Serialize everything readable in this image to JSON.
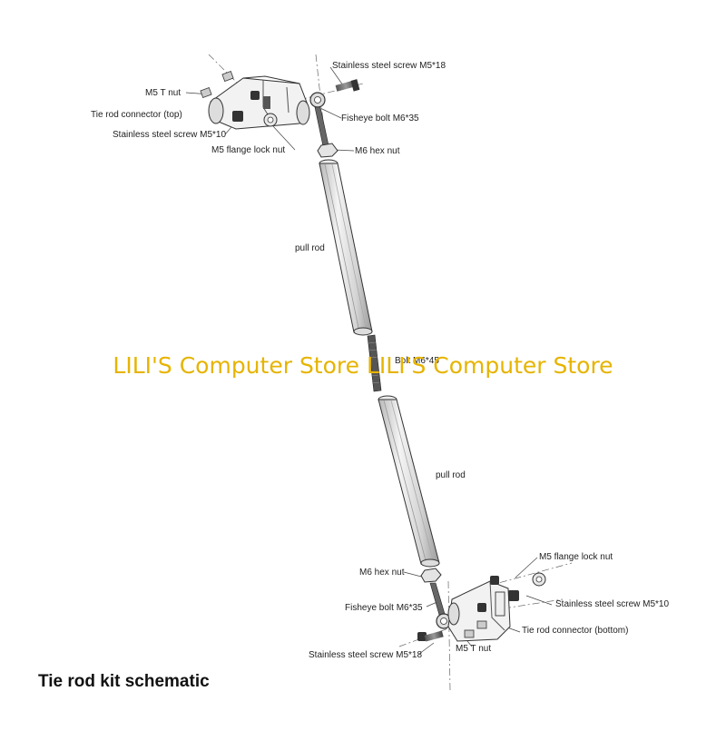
{
  "labels": {
    "top_t_nut": "M5 T nut",
    "top_connector": "Tie rod connector (top)",
    "top_screw_m5x10": "Stainless steel screw M5*10",
    "top_flange_nut": "M5 flange lock nut",
    "top_screw_m5x18": "Stainless steel screw M5*18",
    "top_fisheye": "Fisheye bolt M6*35",
    "top_hex_nut": "M6 hex nut",
    "upper_pull_rod": "pull rod",
    "middle_bolt": "Bolt M6*45",
    "lower_pull_rod": "pull rod",
    "bottom_hex_nut": "M6 hex nut",
    "bottom_fisheye": "Fisheye bolt M6*35",
    "bottom_screw_m5x18": "Stainless steel screw M5*18",
    "bottom_t_nut": "M5 T nut",
    "bottom_flange_nut": "M5 flange lock nut",
    "bottom_screw_m5x10": "Stainless steel screw M5*10",
    "bottom_connector": "Tie rod connector (bottom)"
  },
  "watermark": "LILI'S Computer Store LILI'S Computer Store",
  "caption": "Tie rod kit schematic",
  "colors": {
    "watermark": "#e6b400",
    "line": "#333333",
    "part_fill": "#eeeeee",
    "part_dark": "#444444"
  }
}
